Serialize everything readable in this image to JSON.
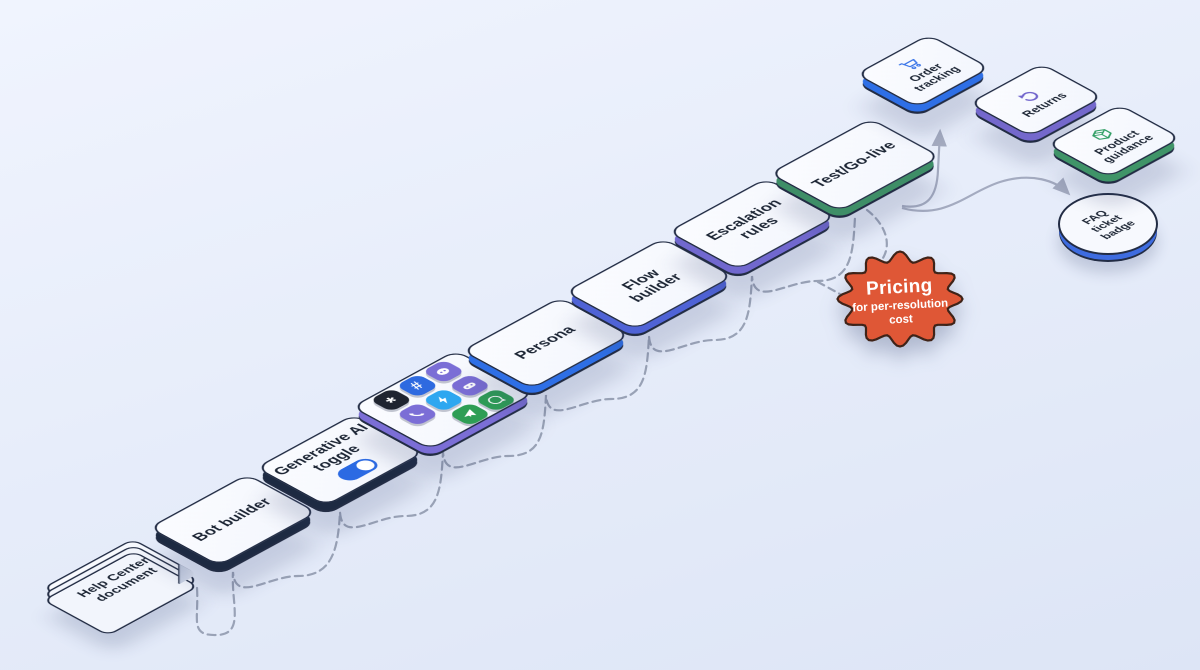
{
  "background": {
    "gradient_start": "#f0f4fe",
    "gradient_end": "#dde5f6"
  },
  "connectors": {
    "dashed_color": "#99a2b6",
    "arrow_color": "#a4abc0"
  },
  "flow_steps": [
    {
      "id": "help-center-document",
      "label": "Help Center\ndocument",
      "type": "document"
    },
    {
      "id": "bot-builder",
      "label": "Bot builder",
      "edge_color": "#1d2a42"
    },
    {
      "id": "generative-ai-toggle",
      "label": "Generative AI\ntoggle",
      "edge_color": "#1d2a42",
      "toggle": {
        "state": "on",
        "color": "#2b6ae3"
      }
    },
    {
      "id": "channel-integrations",
      "edge_color": "#7b6ed6",
      "channels": [
        {
          "name": "zendesk-icon",
          "color": "#1f2430",
          "glyph": "asterisk"
        },
        {
          "name": "slack-icon",
          "color": "#2e6ae0",
          "glyph": "hash"
        },
        {
          "name": "discord-icon",
          "color": "#7b6ed6",
          "glyph": "discord"
        },
        {
          "name": "viber-icon",
          "color": "#7b6ed6",
          "glyph": "phone"
        },
        {
          "name": "messenger-icon",
          "color": "#2ea7f0",
          "glyph": "bolt"
        },
        {
          "name": "gamepad-icon",
          "color": "#7b6ed6",
          "glyph": "gamepad"
        },
        {
          "name": "telegram-icon",
          "color": "#2e9e55",
          "glyph": "plane"
        },
        {
          "name": "whatsapp-icon",
          "color": "#2e9e55",
          "glyph": "chat"
        }
      ]
    },
    {
      "id": "persona",
      "label": "Persona",
      "edge_color": "#2e6fe6"
    },
    {
      "id": "flow-builder",
      "label": "Flow\nbuilder",
      "edge_color": "#4f63d6"
    },
    {
      "id": "escalation-rules",
      "label": "Escalation\nrules",
      "edge_color": "#7168cf"
    },
    {
      "id": "test-go-live",
      "label": "Test/Go-live",
      "edge_color": "#3e8e67"
    }
  ],
  "outcomes": [
    {
      "id": "order-tracking",
      "label": "Order\ntracking",
      "icon": "shopping-cart-icon",
      "icon_color": "#3b76e8",
      "edge_color": "#2e6fe6"
    },
    {
      "id": "returns",
      "label": "Returns",
      "icon": "return-arrow-icon",
      "icon_color": "#7165cc",
      "edge_color": "#7468cc"
    },
    {
      "id": "product-guidance",
      "label": "Product\nguidance",
      "icon": "package-icon",
      "icon_color": "#2f9e63",
      "edge_color": "#3f9468"
    }
  ],
  "faq_badge": {
    "label": "FAQ\nticket\nbadge",
    "edge_color": "#3e6ce0"
  },
  "pricing_badge": {
    "title": "Pricing",
    "line1": "for per-resolution",
    "line2": "cost",
    "fill": "#df5736",
    "outline": "#3f2318",
    "text_color": "#ffffff"
  }
}
